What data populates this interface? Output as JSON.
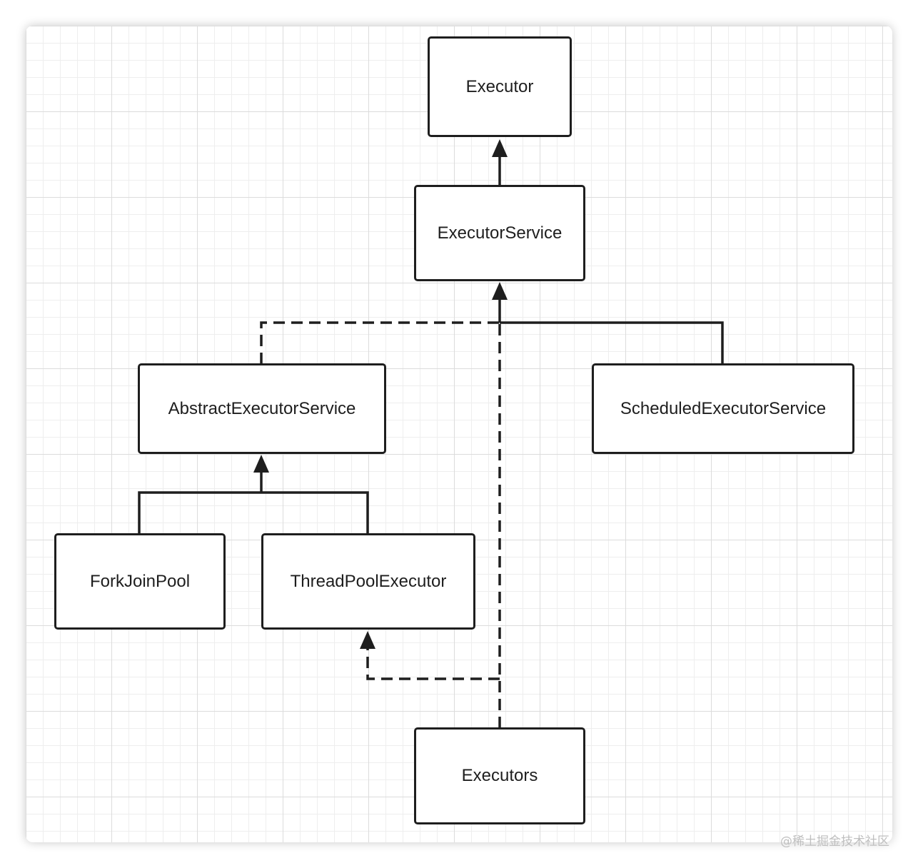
{
  "diagram": {
    "nodes": {
      "executor": "Executor",
      "executor_service": "ExecutorService",
      "abstract_executor_service": "AbstractExecutorService",
      "scheduled_executor_service": "ScheduledExecutorService",
      "fork_join_pool": "ForkJoinPool",
      "thread_pool_executor": "ThreadPoolExecutor",
      "executors": "Executors"
    },
    "edges": [
      {
        "from": "ExecutorService",
        "to": "Executor",
        "style": "solid"
      },
      {
        "from": "ScheduledExecutorService",
        "to": "ExecutorService",
        "style": "solid"
      },
      {
        "from": "AbstractExecutorService",
        "to": "ExecutorService",
        "style": "dashed"
      },
      {
        "from": "ForkJoinPool",
        "to": "AbstractExecutorService",
        "style": "solid"
      },
      {
        "from": "ThreadPoolExecutor",
        "to": "AbstractExecutorService",
        "style": "solid"
      },
      {
        "from": "Executors",
        "to": "ExecutorService",
        "style": "dashed"
      },
      {
        "from": "Executors",
        "to": "ThreadPoolExecutor",
        "style": "dashed"
      }
    ],
    "colors": {
      "stroke": "#1e1e1e",
      "grid": "#dcdcdc",
      "background": "#ffffff"
    }
  },
  "watermark": "@稀土掘金技术社区"
}
